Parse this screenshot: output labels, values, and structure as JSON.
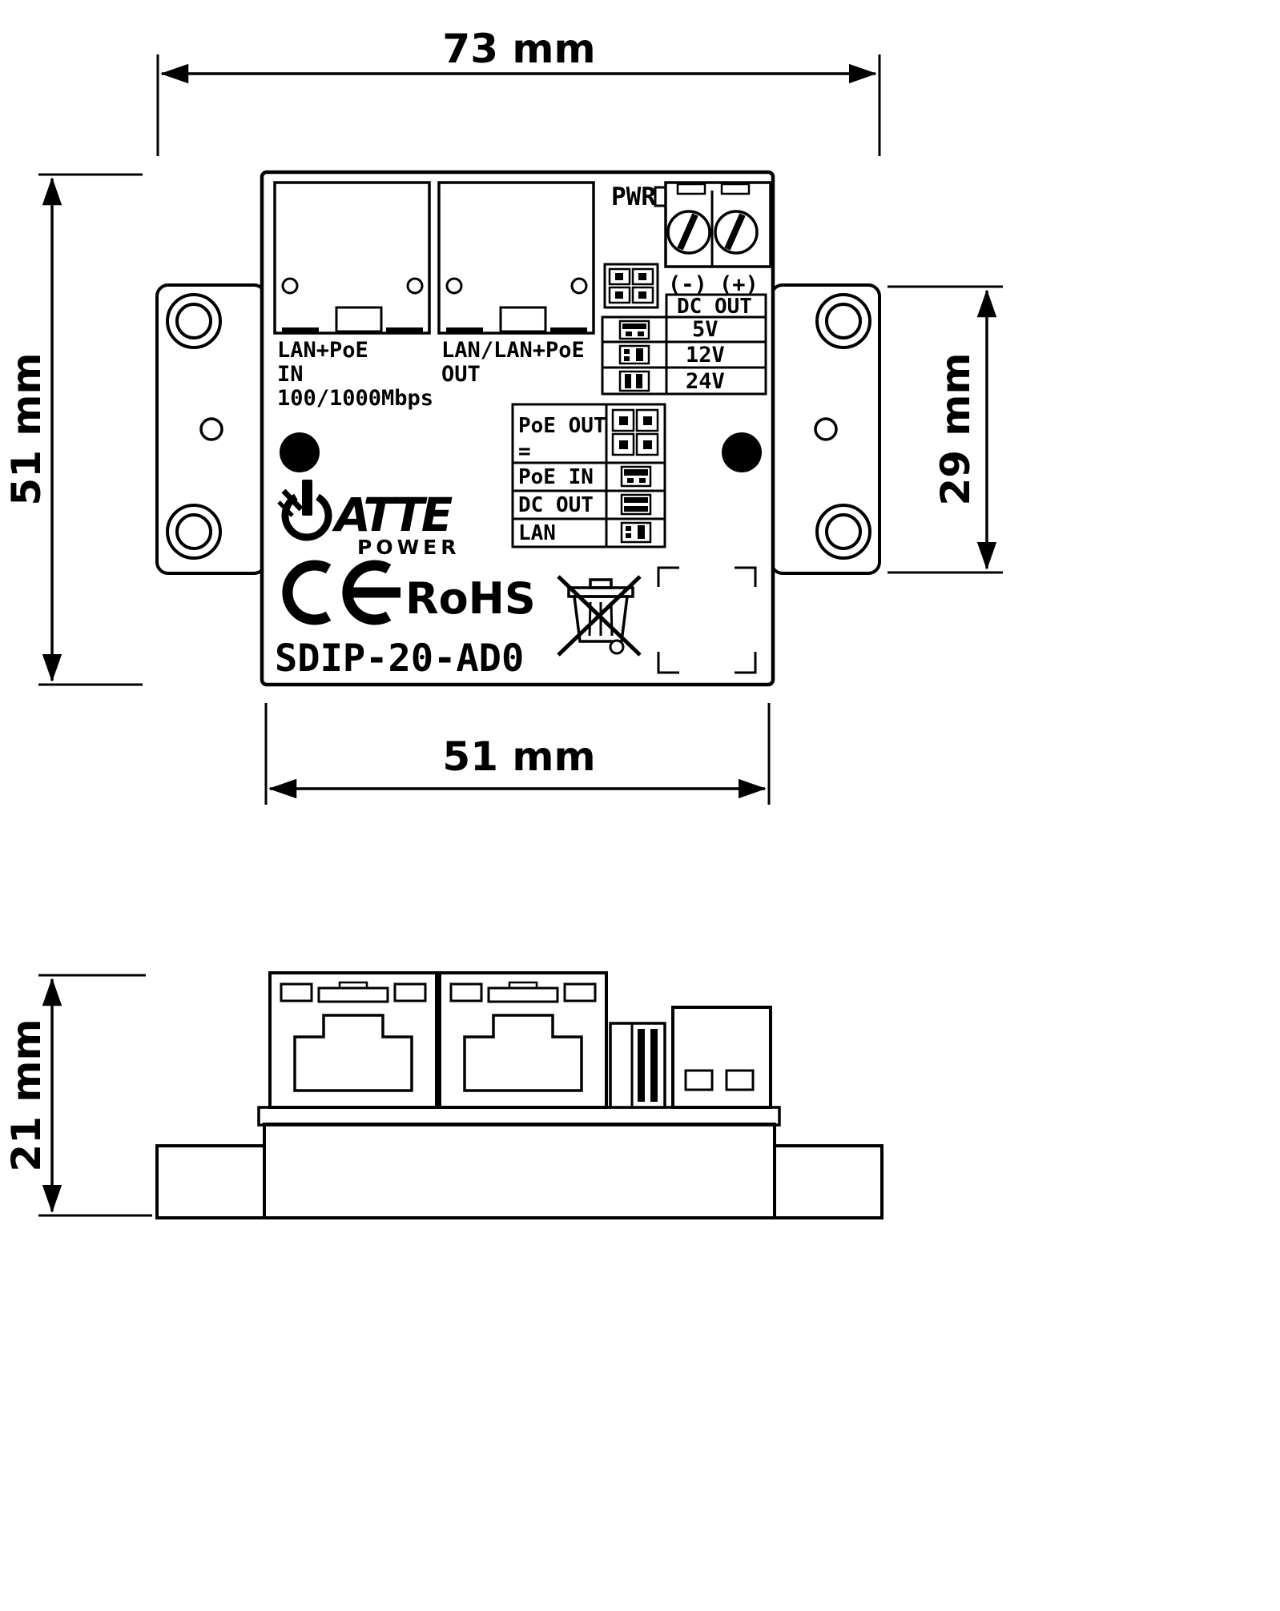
{
  "dimensions": {
    "top_width": "73 mm",
    "body_height": "51 mm",
    "tab_height": "29 mm",
    "body_width": "51 mm",
    "side_height": "21 mm"
  },
  "labels": {
    "pwr": "PWR",
    "neg": "(-)",
    "pos": "(+)",
    "jack_in": [
      "LAN+PoE",
      "IN",
      "100/1000Mbps"
    ],
    "jack_out": [
      "LAN/LAN+PoE",
      "OUT"
    ],
    "model": "SDIP-20-AD0",
    "rohs": "RoHS",
    "brand": "ATTE",
    "brand_sub": "POWER"
  },
  "dc_table": {
    "header": "DC OUT",
    "rows": [
      "5V",
      "12V",
      "24V"
    ]
  },
  "legend": {
    "poe_out": "PoE OUT",
    "eq": "=",
    "poe_in": "PoE IN",
    "dc_out": "DC OUT",
    "lan": "LAN"
  },
  "icons": {
    "ce_mark": "CE",
    "weee": "crossed-out-wheeled-bin",
    "power_logo": "power-symbol",
    "screw_terminal": "two-slotted-screws",
    "jumper_blocks": "2x2-pin-jumper-settings"
  },
  "colors": {
    "line": "#000000",
    "background": "#ffffff",
    "pcb_strip": "#d9d9d9"
  }
}
